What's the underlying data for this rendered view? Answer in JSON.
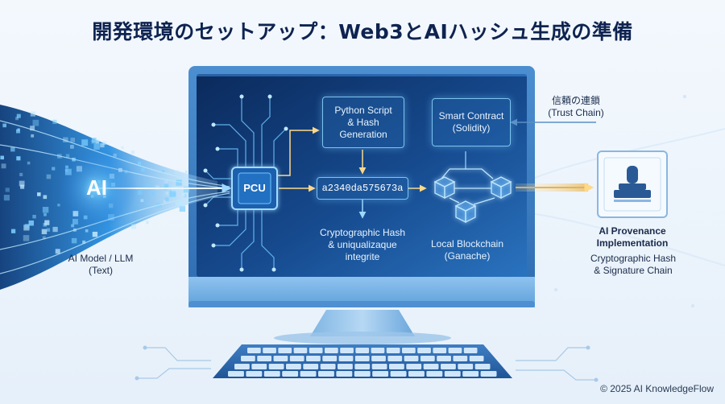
{
  "title": "開発環境のセットアップ：Web3とAIハッシュ生成の準備",
  "ai_stream": {
    "badge": "AI",
    "label_line1": "AI Model / LLM",
    "label_line2": "(Text)"
  },
  "cpu": {
    "label": "PCU"
  },
  "python_box": {
    "line1": "Python Script",
    "line2": "& Hash",
    "line3": "Generation"
  },
  "hash_value": "a2340da575673a",
  "crypto_label": {
    "line1": "Cryptographic Hash",
    "line2": "& uniqualizaque",
    "line3": "integrite"
  },
  "contract_box": {
    "line1": "Smart Contract",
    "line2": "(Solidity)"
  },
  "blockchain_label": {
    "line1": "Local Blockchain",
    "line2": "(Ganache)"
  },
  "trust_chain": {
    "line1": "信頼の連鎖",
    "line2": "(Trust Chain)"
  },
  "provenance": {
    "title_line1": "AI Provenance",
    "title_line2": "Implementation",
    "sub_line1": "Cryptographic Hash",
    "sub_line2": "& Signature Chain"
  },
  "copyright": "© 2025 AI KnowledgeFlow",
  "colors": {
    "screen_dark": "#0d2f63",
    "screen_light": "#1f5fa8",
    "glow": "#7fd0ff",
    "gold": "#e8b24a",
    "title": "#0e2350"
  }
}
